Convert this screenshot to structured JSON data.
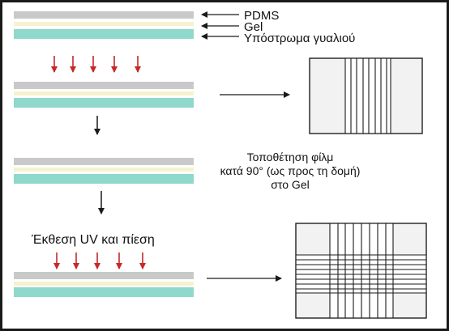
{
  "labels": {
    "pdms": "PDMS",
    "gel": "Gel",
    "glass": "Υπόστρωμα γυαλιού"
  },
  "captions": {
    "film_placement": [
      "Τοποθέτηση φίλμ",
      "κατά 90° (ως προς τη δομή)",
      "στο Gel"
    ],
    "uv_exposure": "Έκθεση UV και πίεση"
  },
  "colors": {
    "pdms": "#c9c9c9",
    "gel": "#f6f2cf",
    "glass": "#8ed9cc",
    "uv_arrow": "#c62828",
    "outline": "#1a1a1a"
  }
}
